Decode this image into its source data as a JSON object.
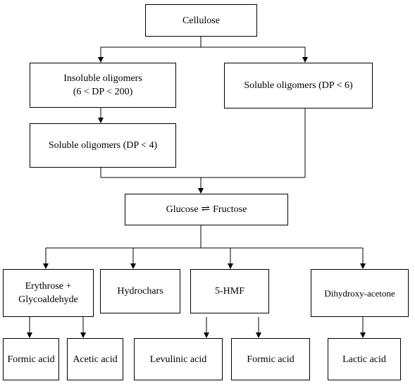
{
  "nodes": {
    "cellulose": "Cellulose",
    "insoluble_line1": "Insoluble oligomers",
    "insoluble_line2": "(6 < DP < 200)",
    "soluble6": "Soluble oligomers (DP < 6)",
    "soluble4": "Soluble oligomers (DP < 4)",
    "glucose": "Glucose",
    "equilibrium_symbol": "⇌",
    "fructose": "Fructose",
    "erythrose_line1": "Erythrose +",
    "erythrose_line2": "Glycoaldehyde",
    "hydrochars": "Hydrochars",
    "hmf": "5-HMF",
    "dha": "Dihydroxy-acetone",
    "formic1": "Formic acid",
    "acetic": "Acetic acid",
    "levulinic": "Levulinic acid",
    "formic2": "Formic acid",
    "lactic": "Lactic acid"
  }
}
